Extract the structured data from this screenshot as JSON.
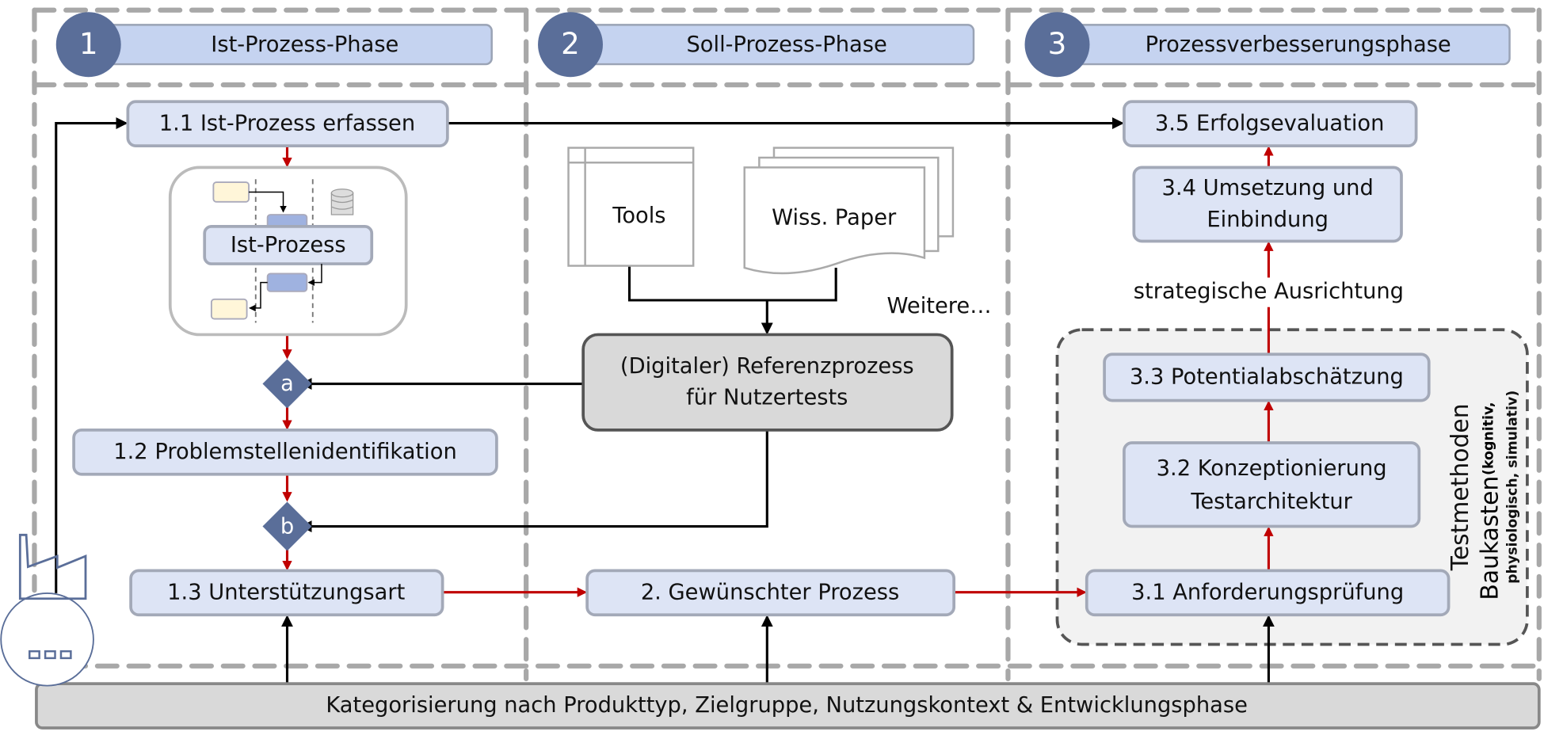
{
  "phases": [
    {
      "number": "1",
      "label": "Ist-Prozess-Phase"
    },
    {
      "number": "2",
      "label": "Soll-Prozess-Phase"
    },
    {
      "number": "3",
      "label": "Prozessverbesserungsphase"
    }
  ],
  "phase1": {
    "step_1_1": "1.1 Ist-Prozess erfassen",
    "ist_prozess": "Ist-Prozess",
    "decision_a": "a",
    "step_1_2": "1.2 Problemstellenidentifikation",
    "decision_b": "b",
    "step_1_3": "1.3 Unterstützungsart"
  },
  "phase2": {
    "tools": "Tools",
    "paper": "Wiss. Paper",
    "weitere": "Weitere…",
    "reference_line1": "(Digitaler) Referenzprozess",
    "reference_line2": "für Nutzertests",
    "step_2": "2. Gewünschter Prozess"
  },
  "phase3": {
    "step_3_5": "3.5 Erfolgsevaluation",
    "step_3_4_line1": "3.4 Umsetzung und",
    "step_3_4_line2": "Einbindung",
    "strategy": "strategische Ausrichtung",
    "step_3_3": "3.3 Potentialabschätzung",
    "step_3_2_line1": "3.2 Konzeptionierung",
    "step_3_2_line2": "Testarchitektur",
    "step_3_1": "3.1 Anforderungsprüfung",
    "toolkit_title": "Testmethoden",
    "toolkit_word": "Baukasten",
    "toolkit_detail1": "(kognitiv,",
    "toolkit_detail2": "physiologisch, simulativ)"
  },
  "bottom_bar": "Kategorisierung nach Produkttyp, Zielgruppe, Nutzungskontext & Entwicklungsphase",
  "icons": [
    "factory-icon",
    "database-icon"
  ],
  "colors": {
    "phase_circle": "#5a6e99",
    "box_fill": "#dde4f5",
    "flow_red": "#c00000",
    "reference_fill": "#d9d9d9"
  }
}
